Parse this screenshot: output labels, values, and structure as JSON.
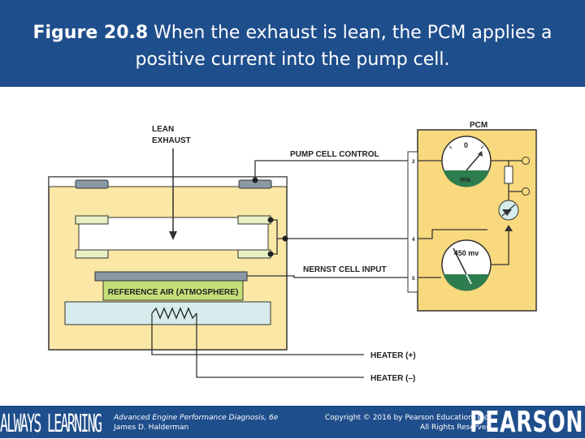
{
  "title": {
    "lead": "Figure 20.8",
    "rest": " When the exhaust is lean, the PCM applies a positive current into the pump cell."
  },
  "diagram": {
    "lean_exhaust_line1": "LEAN",
    "lean_exhaust_line2": "EXHAUST",
    "pump_cell_control": "PUMP CELL CONTROL",
    "pcm": "PCM",
    "nernst_cell_input": "NERNST CELL INPUT",
    "reference_air": "REFERENCE AIR (ATMOSPHERE)",
    "heater_plus": "HEATER (+)",
    "heater_minus": "HEATER (–)",
    "gauge_top_value": "0",
    "gauge_top_unit": "ma",
    "gauge_bottom_value": "450 mv",
    "pin_2": "2",
    "pin_4": "4",
    "pin_5": "5"
  },
  "footer": {
    "brand": "ALWAYS LEARNING",
    "book_title": "Advanced Engine Performance Diagnosis, 6e",
    "author": "James D. Halderman",
    "copyright": "Copyright © 2016 by Pearson Education, Inc.",
    "rights": "All Rights Reserved",
    "publisher": "PEARSON"
  },
  "colors": {
    "header_bg": "#1f4e8c",
    "sensor_fill": "#fbe8a6",
    "pcm_fill": "#f9d97d",
    "gauge_green": "#2e7d4f",
    "electrode_green": "#e6f0c2",
    "reference_green": "#c4df79"
  }
}
